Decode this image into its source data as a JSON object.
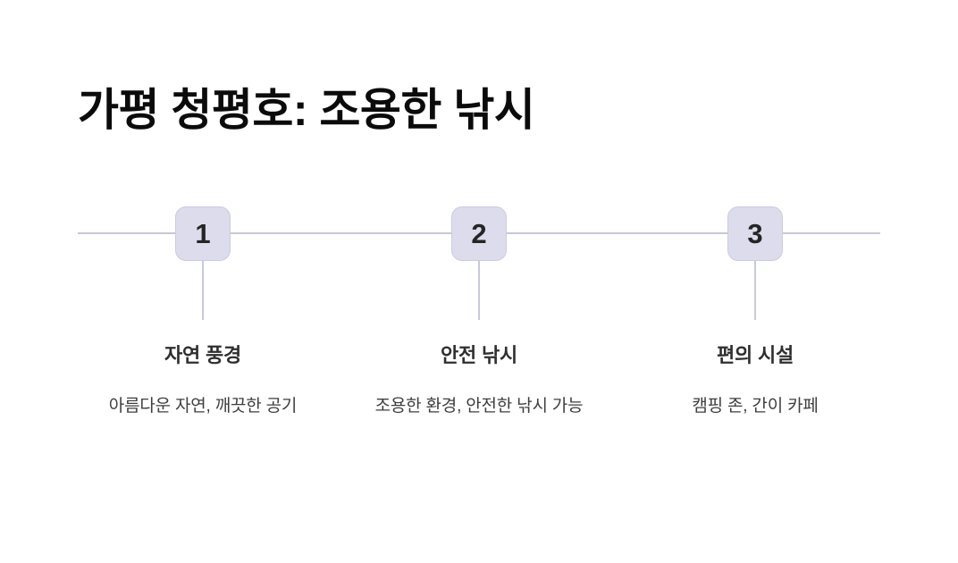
{
  "document": {
    "title": "가평 청평호: 조용한 낚시",
    "background_color": "#ffffff"
  },
  "theme": {
    "accent_fill": "#dcdcec",
    "accent_border": "#ccccdf",
    "line_color": "#c6c7dc",
    "title_color": "#0b0b0b",
    "heading_color": "#2f2f2f",
    "body_color": "#3e3e3e",
    "number_color": "#252525"
  },
  "timeline": {
    "axis_visible": true,
    "step_count": 3,
    "steps": [
      {
        "number": "1",
        "heading": "자연 풍경",
        "description": "아름다운 자연, 깨끗한 공기"
      },
      {
        "number": "2",
        "heading": "안전 낚시",
        "description": "조용한 환경, 안전한 낚시 가능"
      },
      {
        "number": "3",
        "heading": "편의 시설",
        "description": "캠핑 존, 간이 카페"
      }
    ]
  }
}
